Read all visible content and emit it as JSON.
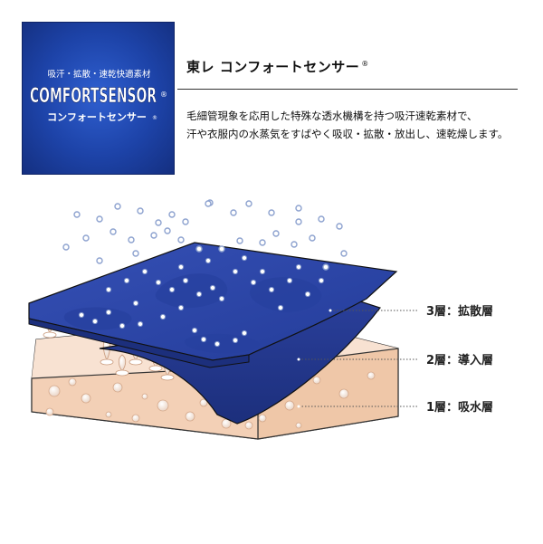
{
  "logo": {
    "tagline": "吸汗・拡散・速乾快適素材",
    "wordmark": "COMFORTSENSOR",
    "reg_mark": "®",
    "katakana": "コンフォートセンサー",
    "katakana_reg": "®",
    "colors": {
      "background": "#1d43a8",
      "text": "#ffffff"
    }
  },
  "title": {
    "text": "東レ コンフォートセンサー",
    "reg_mark": "®"
  },
  "description": {
    "lines": [
      "毛細管現象を応用した特殊な透水機構を持つ吸汗速乾素材で、",
      "汗や衣服内の水蒸気をすばやく吸収・拡散・放出し、速乾燥します。"
    ]
  },
  "diagram": {
    "layers": [
      {
        "label": "3層：拡散層"
      },
      {
        "label": "2層：導入層"
      },
      {
        "label": "1層：吸水層"
      }
    ],
    "colors": {
      "top_fabric": "#2d44a6",
      "top_fabric_dark": "#1f3386",
      "skin_top": "#f6dcc6",
      "skin_side": "#f3cfb3",
      "droplet": "#ffffff",
      "vapor_dot": "#8da2cf"
    }
  }
}
